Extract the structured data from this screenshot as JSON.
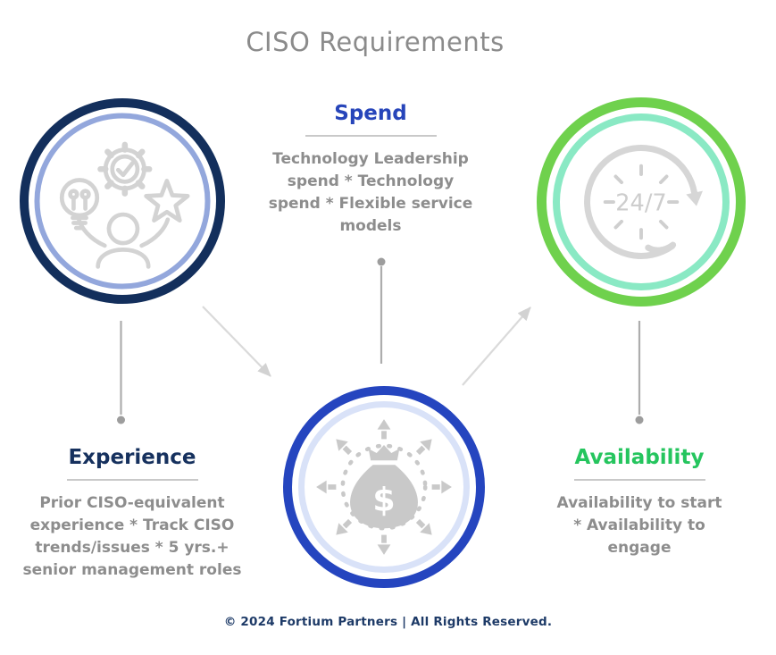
{
  "title": "CISO Requirements",
  "sections": {
    "spend": {
      "heading": "Spend",
      "heading_color": "#2745ba",
      "body_lines": [
        "Technology Leadership",
        "spend * Technology",
        "spend * Flexible service",
        "models"
      ]
    },
    "experience": {
      "heading": "Experience",
      "heading_color": "#16315e",
      "body_lines": [
        "Prior CISO-equivalent",
        "experience * Track CISO",
        "trends/issues * 5 yrs.+",
        "senior management roles"
      ]
    },
    "availability": {
      "heading": "Availability",
      "heading_color": "#25c55e",
      "body_lines": [
        "Availability to start",
        "* Availability to",
        "engage"
      ]
    }
  },
  "circles": {
    "experience": {
      "icon": "skills-person-icon",
      "outer_ring_color": "#132f5c",
      "inner_ring_color": "#93a7dc"
    },
    "spend": {
      "icon": "money-bag-arrows-icon",
      "outer_ring_color": "#2545bf",
      "inner_ring_color": "#d9e2f8"
    },
    "availability": {
      "icon": "24-7-clock-icon",
      "icon_label": "24/7",
      "outer_ring_color": "#6fd14d",
      "inner_ring_color": "#8ae9c4"
    }
  },
  "body_text_color": "#8d8d8d",
  "footer": {
    "text": "© 2024 Fortium Partners | All Rights Reserved."
  }
}
